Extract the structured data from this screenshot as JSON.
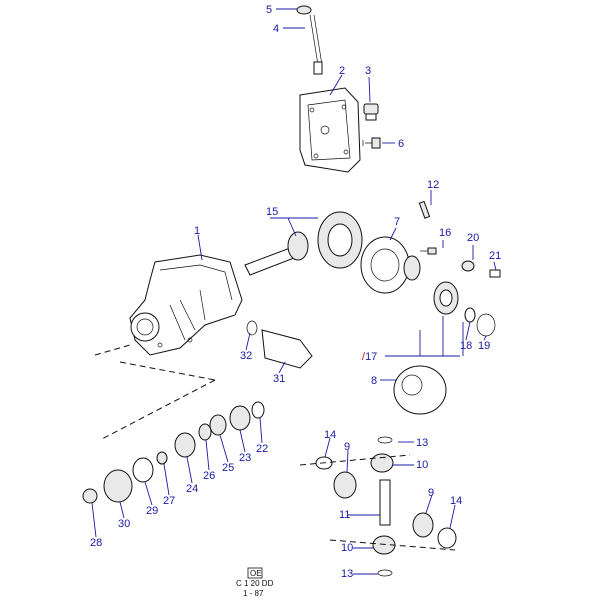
{
  "callouts": {
    "c1": "1",
    "c2": "2",
    "c3": "3",
    "c4": "4",
    "c5": "5",
    "c6": "6",
    "c7": "7",
    "c8": "8",
    "c9a": "9",
    "c9b": "9",
    "c10a": "10",
    "c10b": "10",
    "c11": "11",
    "c12": "12",
    "c13a": "13",
    "c13b": "13",
    "c14a": "14",
    "c14b": "14",
    "c15": "15",
    "c16": "16",
    "c17": "17",
    "c18": "18",
    "c19": "19",
    "c20": "20",
    "c21": "21",
    "c22": "22",
    "c23": "23",
    "c24": "24",
    "c25": "25",
    "c26": "26",
    "c27": "27",
    "c28": "28",
    "c29": "29",
    "c30": "30",
    "c31": "31",
    "c32": "32"
  },
  "footer": {
    "box": "OE",
    "code": "C 1 20 DD",
    "date": "1 - 87"
  }
}
